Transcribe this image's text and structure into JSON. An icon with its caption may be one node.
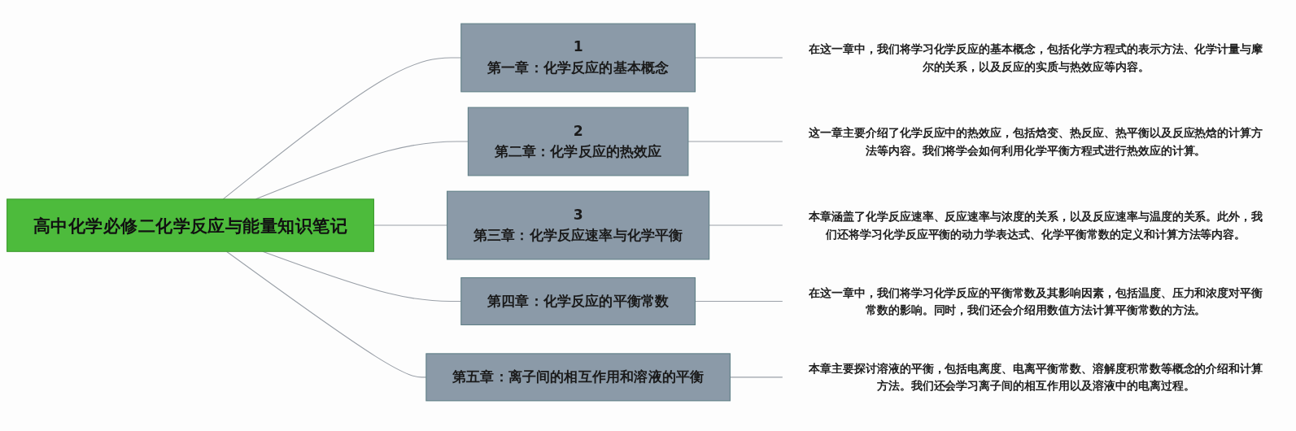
{
  "diagram": {
    "nodes": [
      {
        "text": [
          "高中化学必修二化学反应与能量知识笔记"
        ]
      },
      {
        "text": [
          "1",
          "第一章：化学反应的基本概念"
        ]
      },
      {
        "text": [
          "2",
          "第二章：化学反应的热效应"
        ]
      },
      {
        "text": [
          "3",
          "第三章：化学反应速率与化学平衡"
        ]
      },
      {
        "text": [
          "第四章：化学反应的平衡常数"
        ]
      },
      {
        "text": [
          "第五章：离子间的相互作用和溶液的平衡"
        ]
      },
      {
        "text": [
          "在这一章中，我们将学习化学反应的基本概念，包括化学方程式的表示方法、化学计量与摩尔的关系，以及反应的实质与热效应等内容。"
        ]
      },
      {
        "text": [
          "这一章主要介绍了化学反应中的热效应，包括焓变、热反应、热平衡以及反应热焓的计算方法等内容。我们将学会如何利用化学平衡方程式进行热效应的计算。"
        ]
      },
      {
        "text": [
          "本章涵盖了化学反应速率、反应速率与浓度的关系，以及反应速率与温度的关系。此外，我们还将学习化学反应平衡的动力学表达式、化学平衡常数的定义和计算方法等内容。"
        ]
      },
      {
        "text": [
          "在这一章中，我们将学习化学反应的平衡常数及其影响因素，包括温度、压力和浓度对平衡常数的影响。同时，我们还会介绍用数值方法计算平衡常数的方法。"
        ]
      },
      {
        "text": [
          "本章主要探讨溶液的平衡，包括电离度、电离平衡常数、溶解度积常数等概念的介绍和计算方法。我们还会学习离子间的相互作用以及溶液中的电离过程。"
        ]
      }
    ],
    "edges": [
      {
        "from": 0,
        "to": 1,
        "arrow": "none"
      },
      {
        "from": 0,
        "to": 2,
        "arrow": "none"
      },
      {
        "from": 0,
        "to": 3,
        "arrow": "none"
      },
      {
        "from": 0,
        "to": 4,
        "arrow": "none"
      },
      {
        "from": 0,
        "to": 5,
        "arrow": "none"
      },
      {
        "from": 1,
        "to": 6,
        "arrow": "none"
      },
      {
        "from": 2,
        "to": 7,
        "arrow": "none"
      },
      {
        "from": 3,
        "to": 8,
        "arrow": "none"
      },
      {
        "from": 4,
        "to": 9,
        "arrow": "none"
      },
      {
        "from": 5,
        "to": 10,
        "arrow": "none"
      }
    ]
  }
}
